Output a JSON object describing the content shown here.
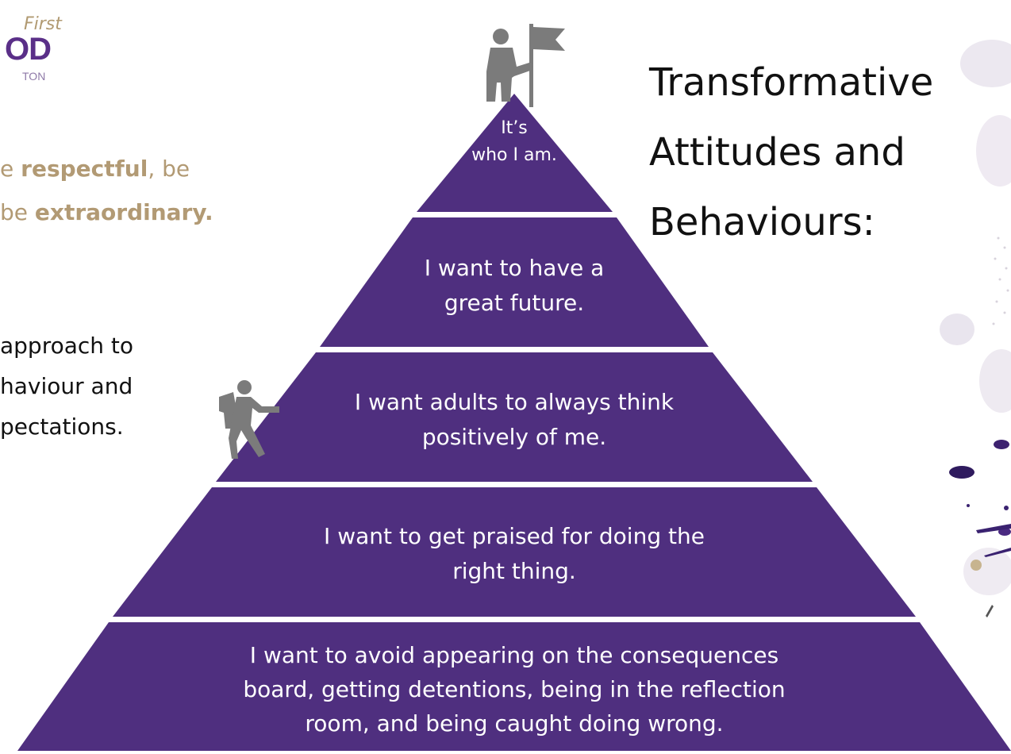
{
  "logo": {
    "line1": "First",
    "line2": "OD",
    "line3": "TON"
  },
  "motto": {
    "line1_pre": "e ",
    "line1_bold": "respectful",
    "line1_post": ", be",
    "line2_pre": "be ",
    "line2_bold": "extraordinary."
  },
  "approach": {
    "line1": "approach to",
    "line2": "haviour and",
    "line3": "pectations."
  },
  "heading": {
    "line1": "Transformative",
    "line2": "Attitudes and",
    "line3": "Behaviours:"
  },
  "pyramid": {
    "tiers": [
      {
        "line1": "It’s",
        "line2": "who I am."
      },
      {
        "line1": "I want to have a",
        "line2": "great future."
      },
      {
        "line1": "I want adults to always think",
        "line2": "positively of me."
      },
      {
        "line1": "I want to get praised for doing the",
        "line2": "right thing."
      },
      {
        "line1": "I want to avoid appearing on the consequences",
        "line2": "board, getting detentions, being in the reflection",
        "line3": "room, and being caught doing wrong."
      }
    ]
  },
  "icons": {
    "summit": "person-with-flag-icon",
    "climber": "climbing-person-icon"
  },
  "colors": {
    "pyramid_fill": "#4f2f7f",
    "tier_text": "#ffffff",
    "motto_gold": "#b29a74",
    "heading_text": "#111111",
    "logo_purple": "#5a2f88",
    "icon_grey": "#7b7b7b"
  }
}
